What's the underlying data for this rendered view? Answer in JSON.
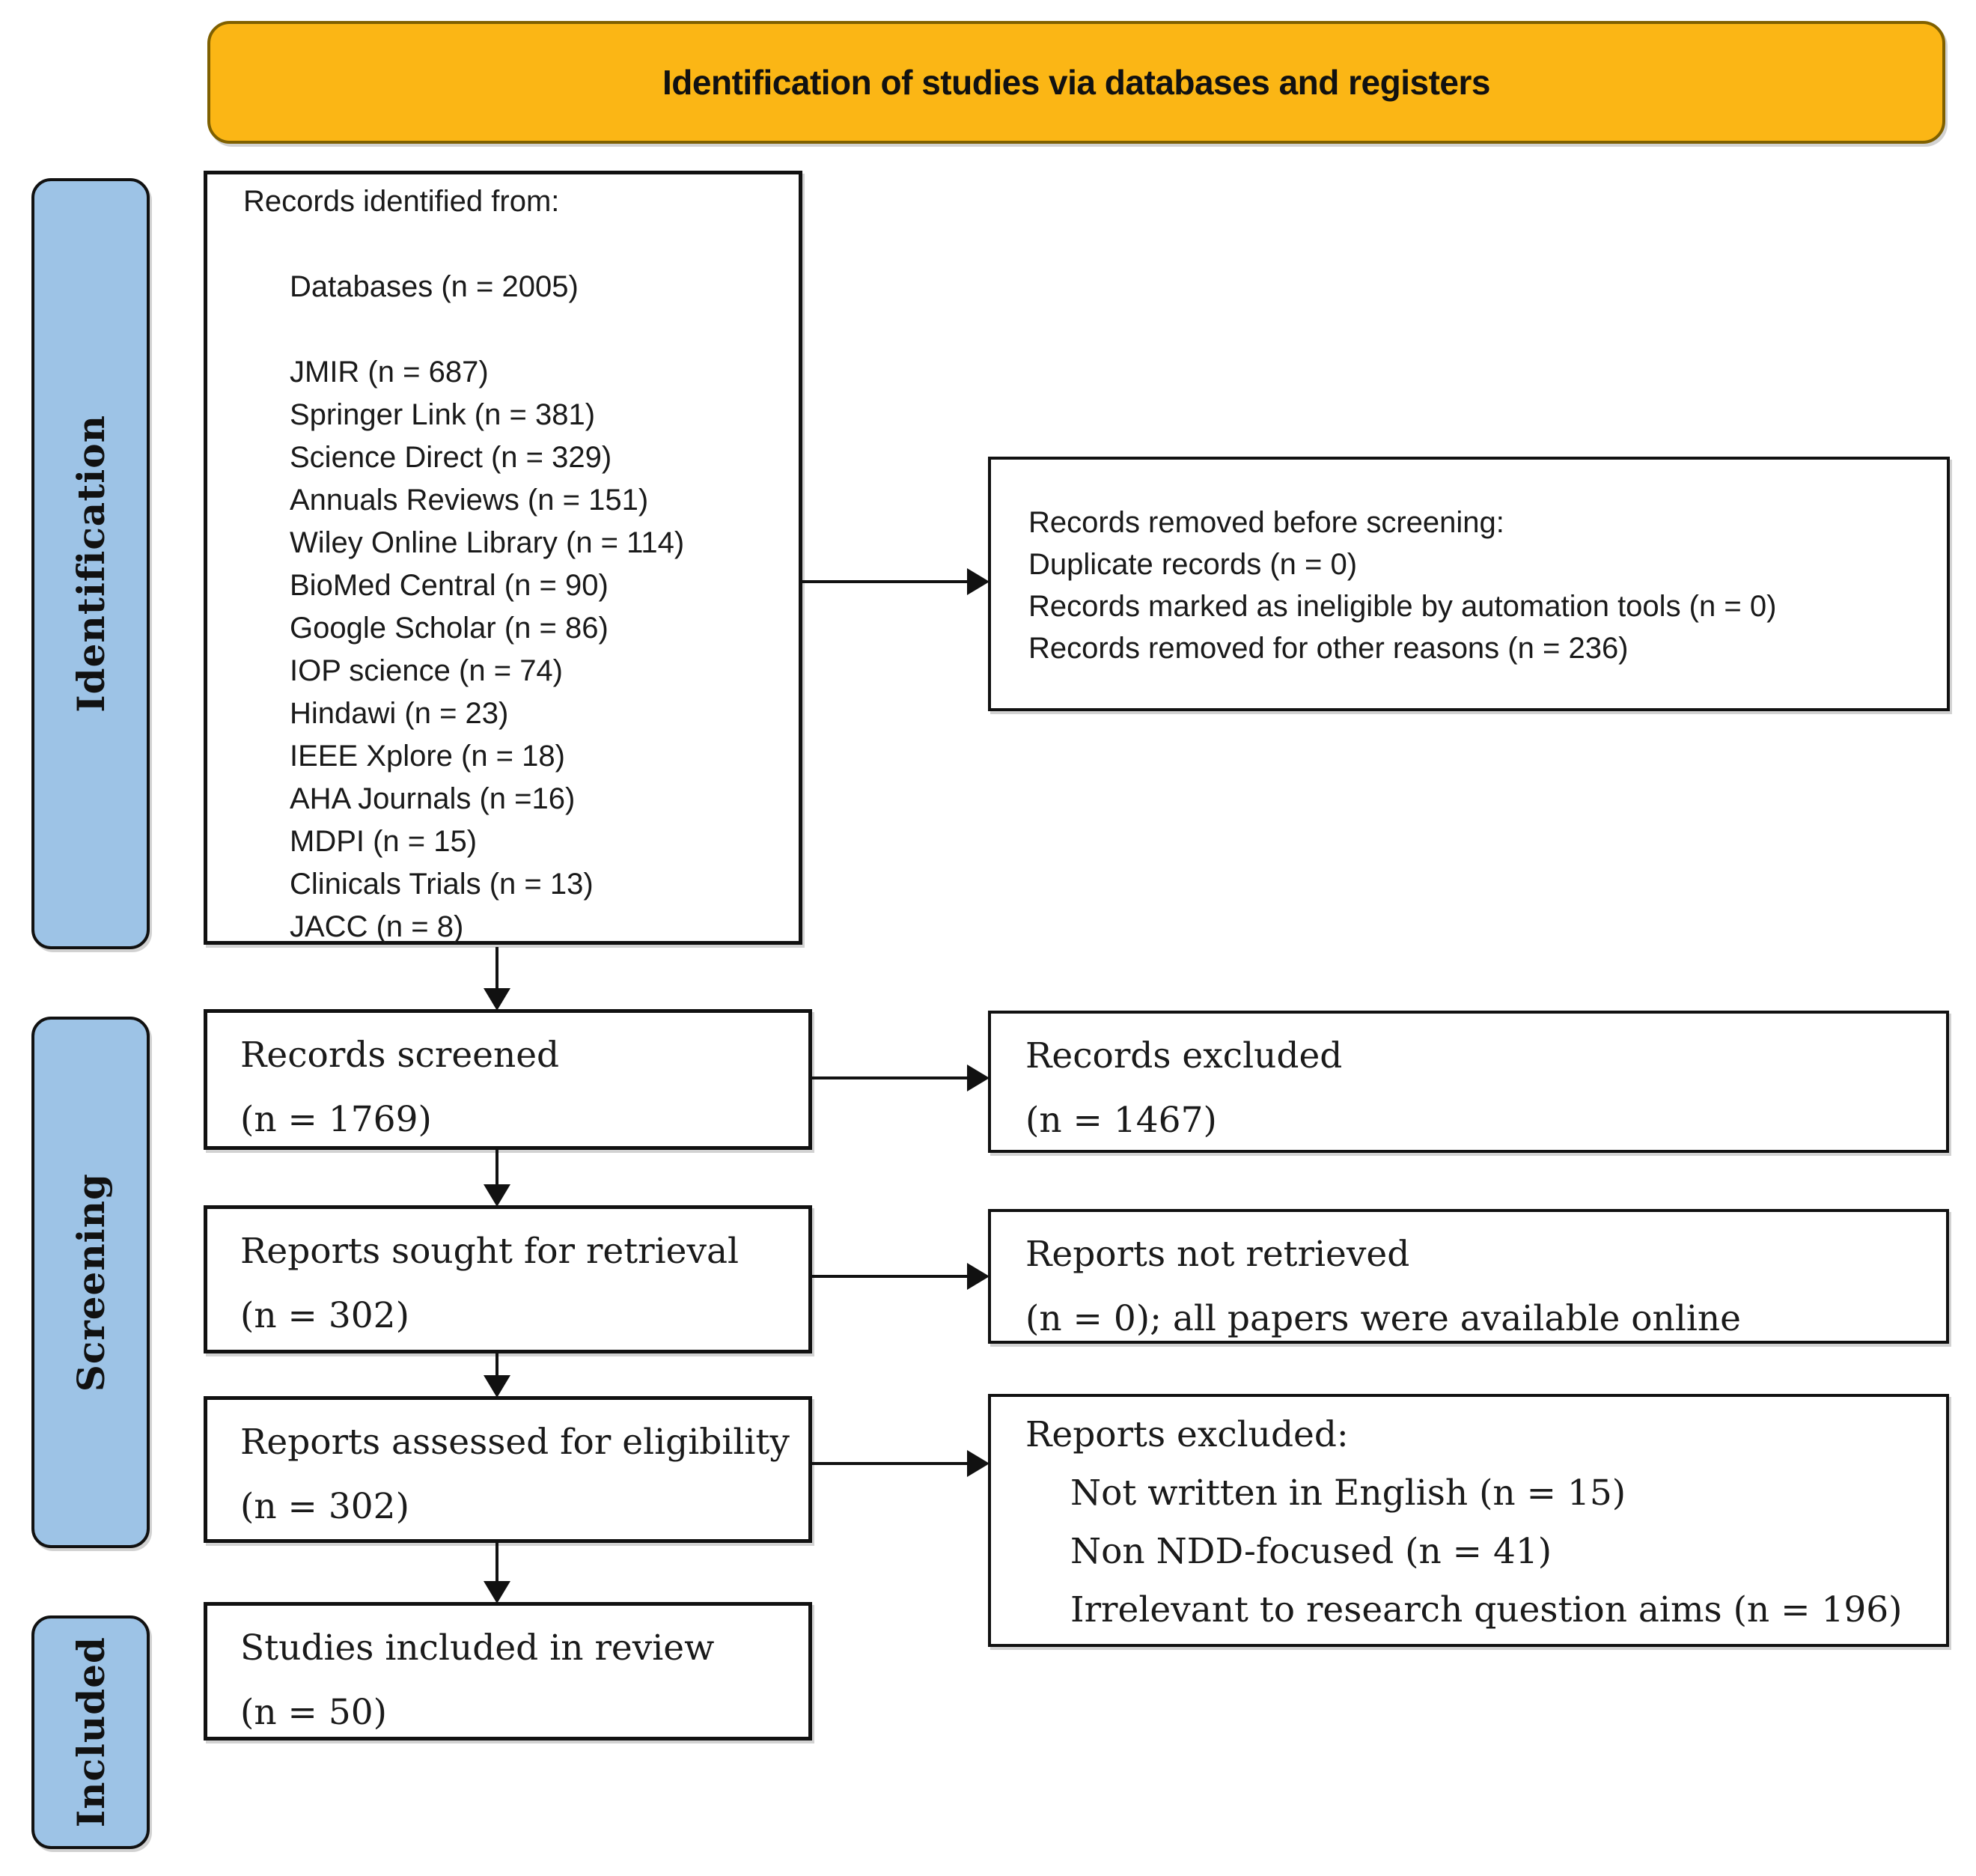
{
  "banner": {
    "title": "Identification of studies via databases and registers"
  },
  "stages": {
    "identification": "Identification",
    "screening": "Screening",
    "included": "Included"
  },
  "boxes": {
    "identified": {
      "title": "Records identified from:",
      "databases_total": "Databases (n = 2005)",
      "sources": [
        "JMIR (n = 687)",
        "Springer Link (n = 381)",
        "Science Direct (n = 329)",
        "Annuals Reviews (n = 151)",
        "Wiley Online Library (n = 114)",
        "BioMed Central (n = 90)",
        "Google Scholar (n = 86)",
        "IOP science (n = 74)",
        "Hindawi (n = 23)",
        "IEEE Xplore (n = 18)",
        "AHA Journals (n =16)",
        "MDPI (n = 15)",
        "Clinicals Trials (n = 13)",
        "JACC (n = 8)"
      ]
    },
    "removed": {
      "title": "Records removed before screening:",
      "items": [
        "Duplicate records (n = 0)",
        "Records marked as ineligible by automation tools (n = 0)",
        "Records removed for other reasons (n = 236)"
      ]
    },
    "screened": {
      "line1": "Records screened",
      "line2": "(n = 1769)"
    },
    "excluded": {
      "line1": "Records excluded",
      "line2": "(n = 1467)"
    },
    "sought": {
      "line1": "Reports sought for retrieval",
      "line2": "(n = 302)"
    },
    "not_retrieved": {
      "line1": "Reports not retrieved",
      "line2": "(n = 0); all papers were available online"
    },
    "assessed": {
      "line1": "Reports assessed for eligibility",
      "line2": "(n = 302)"
    },
    "reports_excluded": {
      "title": "Reports excluded:",
      "items": [
        "Not written in English (n = 15)",
        "Non NDD-focused (n = 41)",
        "Irrelevant to research question aims (n = 196)"
      ]
    },
    "included_studies": {
      "line1": "Studies included in review",
      "line2": "(n = 50)"
    }
  },
  "colors": {
    "banner_fill": "#FBB615",
    "banner_border": "#7F6000",
    "stage_fill": "#9DC3E6",
    "box_border": "#111111",
    "arrow": "#111111"
  }
}
